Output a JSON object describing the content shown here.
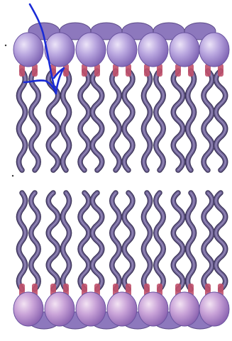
{
  "diagram": {
    "subject": "phospholipid-bilayer",
    "layers": [
      {
        "id": "outer-leaflet",
        "heads_visible": 7
      },
      {
        "id": "inner-leaflet",
        "heads_visible": 7
      }
    ],
    "annotation": {
      "type": "hand-drawn-arrow",
      "color": "#1a2bd6"
    },
    "colors": {
      "head_fill": "#b39ddb",
      "head_highlight": "#e3d7f5",
      "head_shadow": "#7e63b3",
      "neck": "#c0506a",
      "tail": "#6f6396",
      "tail_outline": "#3c3458",
      "tail_highlight": "#a89bc9"
    }
  }
}
